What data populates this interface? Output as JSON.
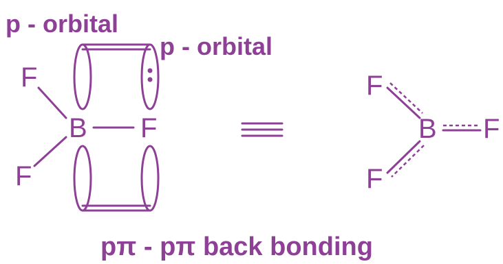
{
  "labels": {
    "p_orbital_left": "p - orbital",
    "p_orbital_right": "p - orbital",
    "caption": "pπ - pπ back bonding"
  },
  "atoms": {
    "left": {
      "boron": "B",
      "fluorine_top": "F",
      "fluorine_bottom": "F",
      "fluorine_right": "F"
    },
    "right": {
      "boron": "B",
      "fluorine_top": "F",
      "fluorine_bottom": "F",
      "fluorine_right": "F"
    }
  },
  "colors": {
    "ink": "#8e3f96",
    "background": "#ffffff"
  }
}
